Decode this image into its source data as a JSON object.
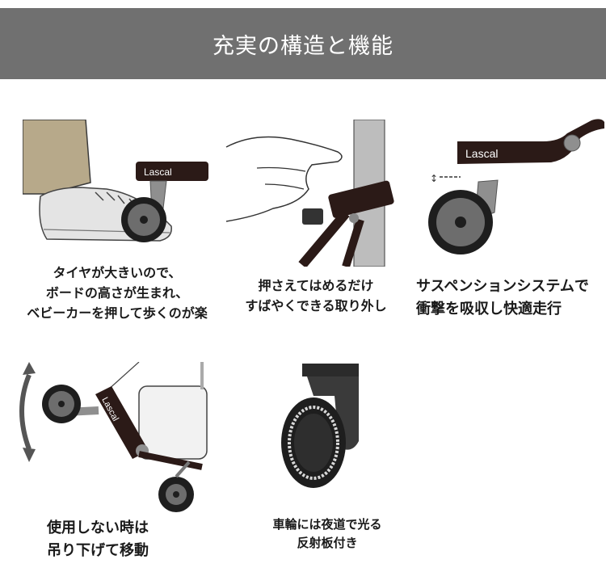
{
  "banner": {
    "title": "充実の構造と機能"
  },
  "features": [
    {
      "lines": [
        "タイヤが大きいので、",
        "ボードの高さが生まれ、",
        "ベビーカーを押して歩くのが楽"
      ]
    },
    {
      "lines": [
        "押さえてはめるだけ",
        "すばやくできる取り外し"
      ]
    },
    {
      "lines": [
        "サスペンションシステムで",
        "衝撃を吸収し快適走行"
      ]
    },
    {
      "lines": [
        "使用しない時は",
        "吊り下げて移動"
      ]
    },
    {
      "lines": [
        "車輪には夜道で光る",
        "反射板付き"
      ]
    }
  ],
  "brand": {
    "logo_text": "Lascal"
  },
  "colors": {
    "banner": "#707070",
    "board": "#2b1a17",
    "wheel": "#222222",
    "metal": "#9a9a9a"
  }
}
